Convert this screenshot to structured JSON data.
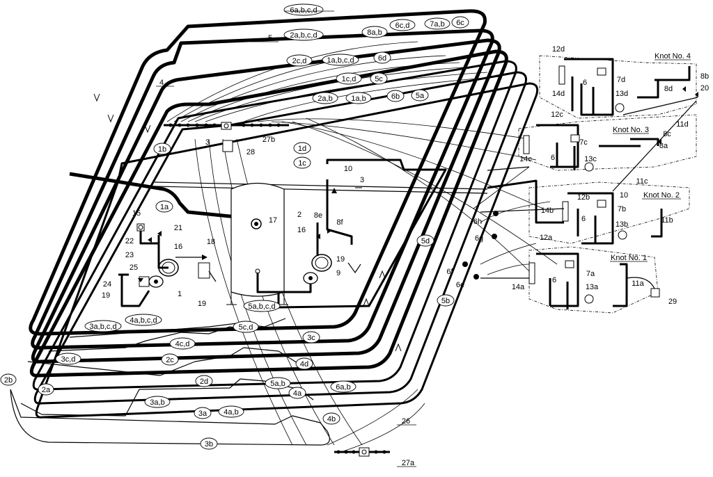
{
  "labels": {
    "l_6abcd": "6a,b,c,d",
    "l_5": "5",
    "l_2abcd": "2a,b,c,d",
    "l_8ab": "8a,b",
    "l_6cd": "6c,d",
    "l_7ab": "7a,b",
    "l_6c": "6c",
    "l_2cd": "2c,d",
    "l_1abcd": "1a,b,c,d",
    "l_6d": "6d",
    "l_4": "4",
    "l_1cd": "1c,d",
    "l_5c": "5c",
    "l_2ab": "2a,b",
    "l_1ab": "1a,b",
    "l_6b": "6b",
    "l_5a": "5a",
    "l_27b": "27b",
    "l_28": "28",
    "l_3top": "3",
    "l_1b": "1b",
    "l_1d": "1d",
    "l_1c": "1c",
    "l_10a": "10",
    "l_3mid": "3",
    "l_1a": "1a",
    "l_2": "2",
    "l_15": "15",
    "l_21": "21",
    "l_22": "22",
    "l_23": "23",
    "l_16a": "16",
    "l_18": "18",
    "l_17": "17",
    "l_8e": "8e",
    "l_8f": "8f",
    "l_16b": "16",
    "l_19a": "19",
    "l_9": "9",
    "l_25": "25",
    "l_24": "24",
    "l_1": "1",
    "l_19b": "19",
    "l_19c": "19",
    "l_4abcd": "4a,b,c,d",
    "l_5abcd": "5a,b,c,d",
    "l_3abcd": "3a,b,c,d",
    "l_5cd": "5c,d",
    "l_3c": "3c",
    "l_4cd": "4c,d",
    "l_3cd": "3c,d",
    "l_2c": "2c",
    "l_4d": "4d",
    "l_2b": "2b",
    "l_2d": "2d",
    "l_2a": "2a",
    "l_5ab": "5a,b",
    "l_6ab": "6a,b",
    "l_3ab": "3a,b",
    "l_4a": "4a",
    "l_4ab": "4a,b",
    "l_3a": "3a",
    "l_4b": "4b",
    "l_3b": "3b",
    "l_26": "26",
    "l_27a": "27a",
    "l_5d": "5d",
    "l_5b": "5b",
    "l_6h": "6h",
    "l_6g": "6g",
    "l_6f": "6f",
    "l_6e": "6e",
    "l_12d": "12d",
    "l_14d": "14d",
    "l_6_4": "6",
    "l_7d": "7d",
    "l_13d": "13d",
    "l_knot4": "Knot No. 4",
    "l_8d": "8d",
    "l_8b": "8b",
    "l_20": "20",
    "l_11d": "11d",
    "l_12c": "12c",
    "l_7c": "7c",
    "l_knot3": "Knot No. 3",
    "l_8c": "8c",
    "l_8a": "8a",
    "l_14c": "14c",
    "l_6_3": "6",
    "l_13c": "13c",
    "l_11c": "11c",
    "l_10b": "10",
    "l_knot2": "Knot No. 2",
    "l_12b": "12b",
    "l_14b": "14b",
    "l_6_2": "6",
    "l_7b": "7b",
    "l_11b": "11b",
    "l_13b": "13b",
    "l_12a": "12a",
    "l_knot1": "Knot No. 1",
    "l_7a": "7a",
    "l_14a": "14a",
    "l_6_1": "6",
    "l_13a": "13a",
    "l_11a": "11a",
    "l_29": "29"
  }
}
